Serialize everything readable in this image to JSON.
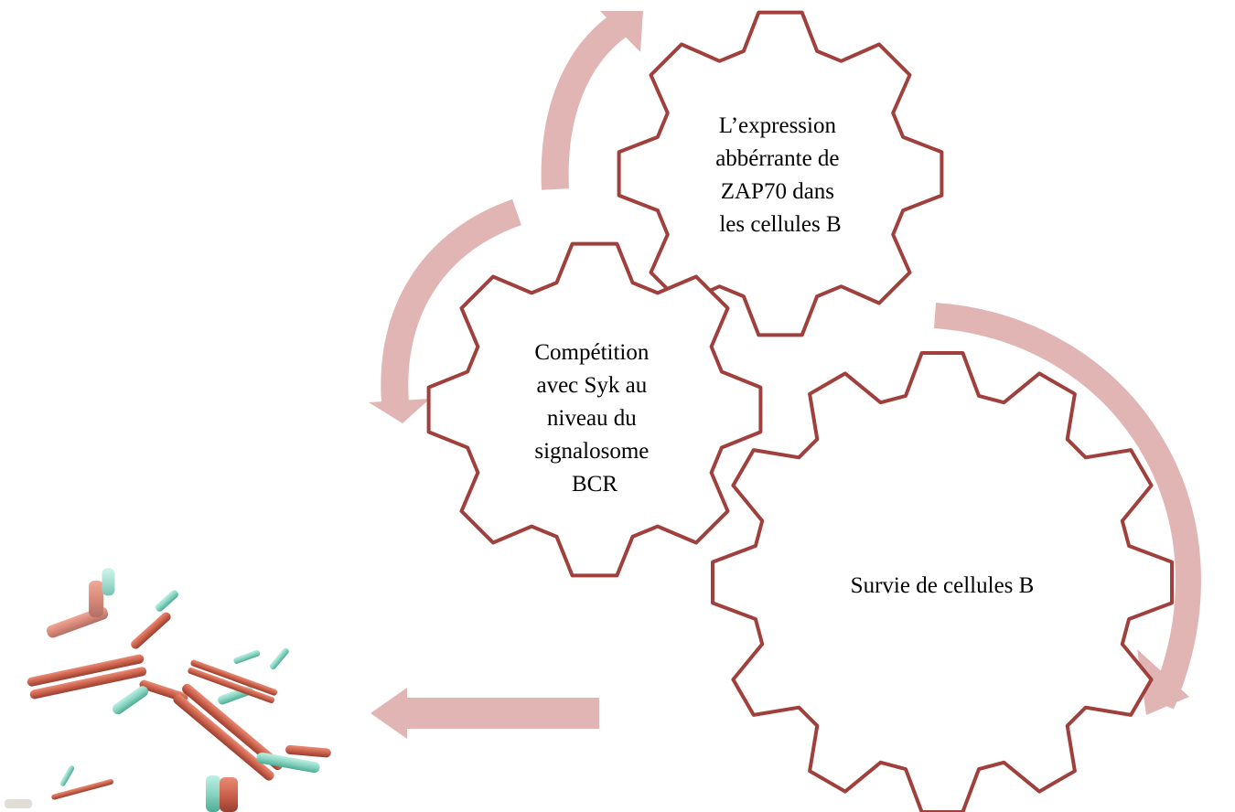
{
  "diagram": {
    "gears": [
      {
        "id": "expression",
        "lines": [
          "L’expression",
          "abbérrante de",
          "ZAP70 dans",
          "les cellules B"
        ]
      },
      {
        "id": "competition",
        "lines": [
          "Compétition",
          "avec Syk au",
          "niveau du",
          "signalosome",
          "BCR"
        ]
      },
      {
        "id": "survival",
        "lines": [
          "Survie de cellules B"
        ]
      }
    ],
    "colors": {
      "gear_stroke": "#a0403c",
      "arrow_fill": "#e2b5b5",
      "text": "#000000",
      "antibody_heavy": "#c8553d",
      "antibody_light": "#7fd1bd"
    },
    "icons": [
      "antibody-cluster-image"
    ]
  }
}
